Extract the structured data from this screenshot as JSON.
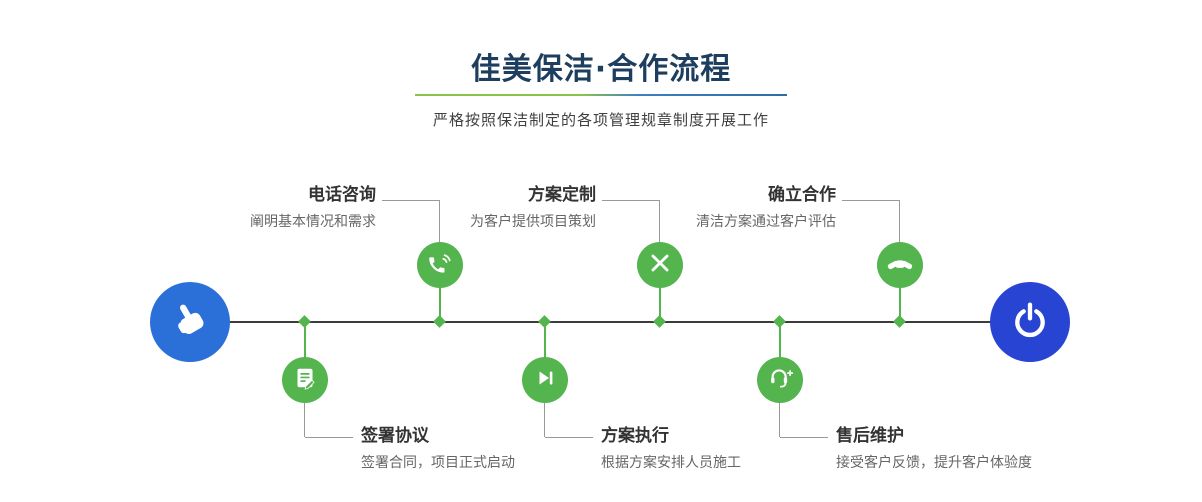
{
  "header": {
    "title": "佳美保洁·合作流程",
    "subtitle": "严格按照保洁制定的各项管理规章制度开展工作"
  },
  "steps": [
    {
      "label": "电话咨询",
      "desc": "阐明基本情况和需求",
      "icon": "phone-icon"
    },
    {
      "label": "方案定制",
      "desc": "为客户提供项目策划",
      "icon": "design-tools-icon"
    },
    {
      "label": "确立合作",
      "desc": "清洁方案通过客户评估",
      "icon": "handshake-icon"
    },
    {
      "label": "签署协议",
      "desc": "签署合同，项目正式启动",
      "icon": "document-sign-icon"
    },
    {
      "label": "方案执行",
      "desc": "根据方案安排人员施工",
      "icon": "play-icon"
    },
    {
      "label": "售后维护",
      "desc": "接受客户反馈，提升客户体验度",
      "icon": "headset-support-icon"
    }
  ],
  "endpoints": {
    "start_icon": "pointer-hand-icon",
    "end_icon": "power-icon"
  },
  "colors": {
    "accent_green": "#54b44e",
    "start_blue": "#2b70d9",
    "end_blue": "#2744d2",
    "title_navy": "#1d3e5e",
    "timeline": "#3c3c3c"
  }
}
